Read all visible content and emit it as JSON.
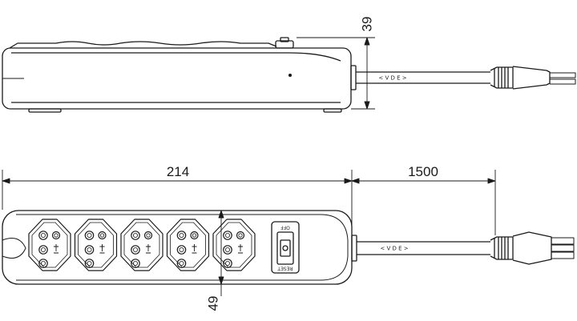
{
  "dimensions": {
    "side_height": "39",
    "total_length": "214",
    "cable_length": "1500",
    "front_height": "49"
  },
  "cable_mark": "< V D E >",
  "switch": {
    "off_label": "OFF",
    "reset_label": "RESET"
  },
  "socket_count": 5,
  "colors": {
    "line": "#1a1a1a",
    "background": "#ffffff"
  }
}
